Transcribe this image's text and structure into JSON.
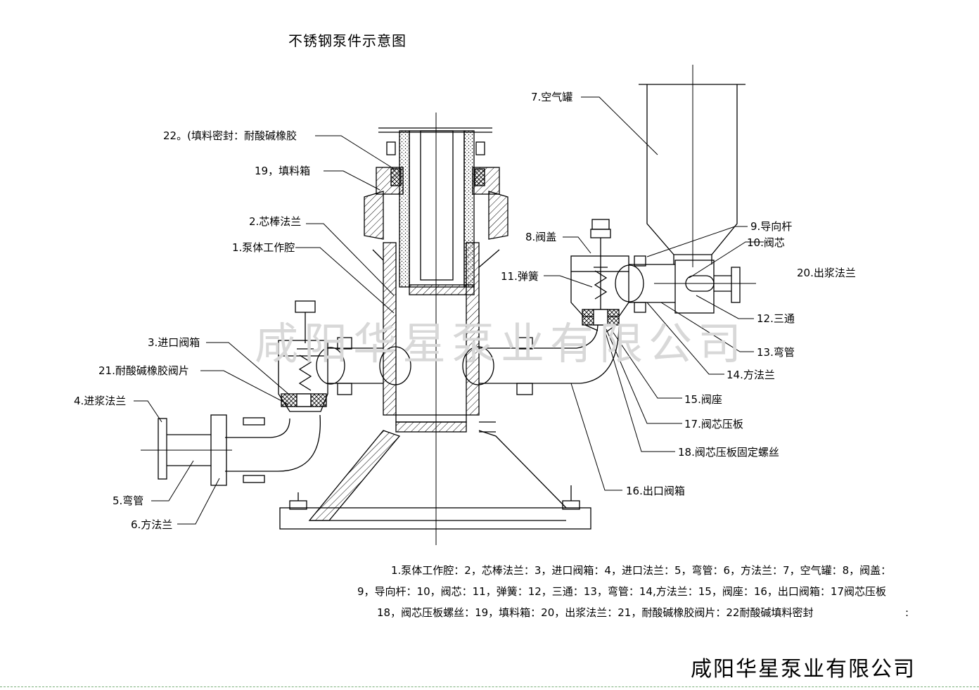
{
  "title": "不锈钢泵件示意图",
  "watermark": "咸阳华星泵业有限公司",
  "company": "咸阳华星泵业有限公司",
  "labels": {
    "l22": "22。(填料密封：耐酸碱橡胶",
    "l19": "19，填料箱",
    "l2": "2.芯棒法兰",
    "l1": "1.泵体工作腔",
    "l3": "3.进口阀箱",
    "l21": "21.耐酸碱橡胶阀片",
    "l4": "4.进浆法兰",
    "l5": "5.弯管",
    "l6": "6.方法兰",
    "l7": "7.空气罐",
    "l8": "8.阀盖",
    "l9": "9.导向杆",
    "l10": "10.阀芯",
    "l11": "11.弹簧",
    "l20": "20.出浆法兰",
    "l12": "12.三通",
    "l13": "13.弯管",
    "l14": "14.方法兰",
    "l15": "15.阀座",
    "l17": "17.阀芯压板",
    "l18": "18.阀芯压板固定螺丝",
    "l16": "16.出口阀箱"
  },
  "legend": {
    "line1": "1.泵体工作腔：2，芯棒法兰：3，进口阀箱：4，进口法兰：5，弯管：6，方法兰：7，空气罐：8，阀盖：",
    "line2": "9，导向杆：10，阀芯：11，弹簧：12，三通：13，弯管：14,方法兰：15，阀座：16，出口阀箱：17阀芯压板",
    "line3": "18，阀芯压板螺丝：19，填料箱：20，出浆法兰：21，耐酸碱橡胶阀片：22耐酸碱填料密封",
    "tail": ":"
  }
}
